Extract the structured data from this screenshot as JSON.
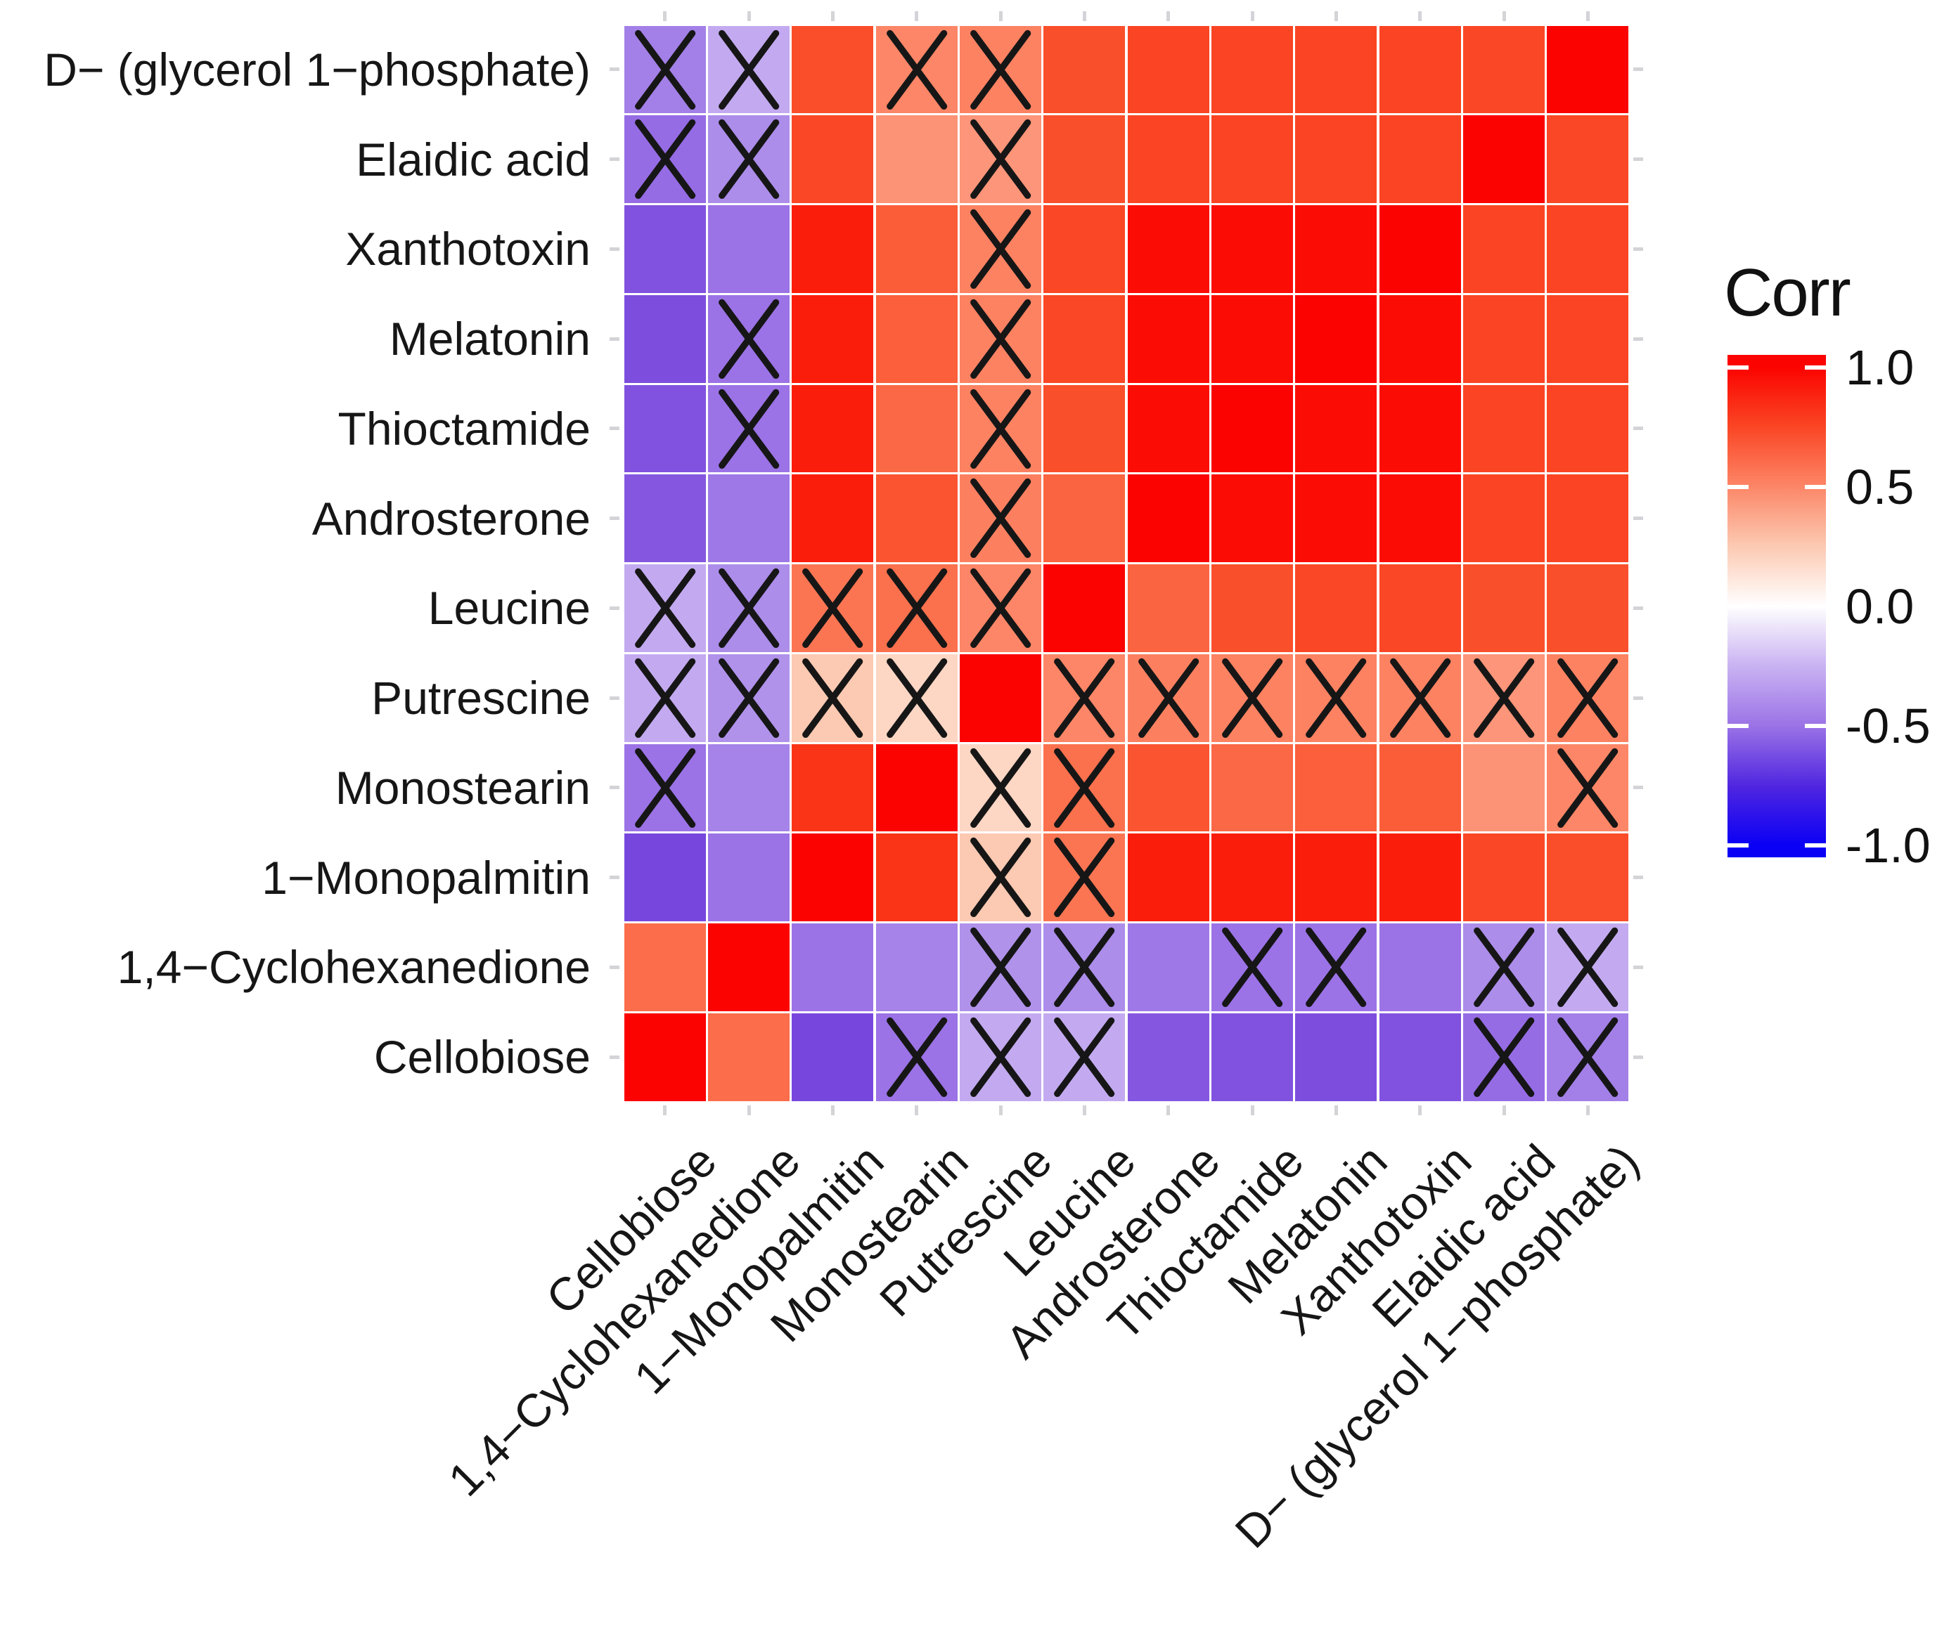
{
  "legend": {
    "title": "Corr",
    "ticks": [
      "1.0",
      "0.5",
      "0.0",
      "-0.5",
      "-1.0"
    ],
    "tick_values": [
      1.0,
      0.5,
      0.0,
      -0.5,
      -1.0
    ]
  },
  "chart_data": {
    "type": "heatmap",
    "subtype": "correlation-matrix-with-significance-crosses",
    "title": "",
    "legend_title": "Corr",
    "legend_tick_labels": [
      "1.0",
      "0.5",
      "0.0",
      "-0.5",
      "-1.0"
    ],
    "legend_tick_values": [
      1.0,
      0.5,
      0.0,
      -0.5,
      -1.0
    ],
    "legend_position": "right",
    "value_range": [
      -1.0,
      1.0
    ],
    "x_labels_left_to_right": [
      "Cellobiose",
      "1,4−Cyclohexanedione",
      "1−Monopalmitin",
      "Monostearin",
      "Putrescine",
      "Leucine",
      "Androsterone",
      "Thioctamide",
      "Melatonin",
      "Xanthotoxin",
      "Elaidic acid",
      "D− (glycerol 1−phosphate)"
    ],
    "y_labels_top_to_bottom": [
      "D− (glycerol 1−phosphate)",
      "Elaidic acid",
      "Xanthotoxin",
      "Melatonin",
      "Thioctamide",
      "Androsterone",
      "Leucine",
      "Putrescine",
      "Monostearin",
      "1−Monopalmitin",
      "1,4−Cyclohexanedione",
      "Cellobiose"
    ],
    "x_label_rotation_deg": 45,
    "matrix_rows_top_to_bottom": [
      [
        -0.45,
        -0.3,
        0.74,
        0.5,
        0.52,
        0.73,
        0.77,
        0.77,
        0.77,
        0.77,
        0.76,
        1.0
      ],
      [
        -0.52,
        -0.4,
        0.76,
        0.45,
        0.44,
        0.73,
        0.77,
        0.77,
        0.77,
        0.77,
        1.0,
        0.76
      ],
      [
        -0.6,
        -0.5,
        0.89,
        0.67,
        0.52,
        0.76,
        0.96,
        0.96,
        0.96,
        1.0,
        0.77,
        0.77
      ],
      [
        -0.62,
        -0.5,
        0.89,
        0.66,
        0.52,
        0.76,
        0.96,
        0.96,
        1.0,
        0.96,
        0.77,
        0.77
      ],
      [
        -0.6,
        -0.5,
        0.89,
        0.62,
        0.52,
        0.73,
        0.96,
        1.0,
        0.96,
        0.96,
        0.77,
        0.77
      ],
      [
        -0.58,
        -0.48,
        0.89,
        0.71,
        0.53,
        0.64,
        1.0,
        0.96,
        0.96,
        0.96,
        0.77,
        0.77
      ],
      [
        -0.3,
        -0.4,
        0.57,
        0.59,
        0.5,
        1.0,
        0.64,
        0.73,
        0.76,
        0.76,
        0.73,
        0.73
      ],
      [
        -0.3,
        -0.38,
        0.25,
        0.19,
        1.0,
        0.5,
        0.53,
        0.52,
        0.52,
        0.52,
        0.44,
        0.52
      ],
      [
        -0.5,
        -0.44,
        0.82,
        1.0,
        0.19,
        0.59,
        0.71,
        0.62,
        0.66,
        0.67,
        0.45,
        0.5
      ],
      [
        -0.65,
        -0.5,
        1.0,
        0.82,
        0.25,
        0.57,
        0.89,
        0.89,
        0.89,
        0.89,
        0.76,
        0.74
      ],
      [
        0.6,
        1.0,
        -0.5,
        -0.44,
        -0.38,
        -0.4,
        -0.48,
        -0.5,
        -0.5,
        -0.5,
        -0.4,
        -0.3
      ],
      [
        1.0,
        0.6,
        -0.65,
        -0.5,
        -0.3,
        -0.3,
        -0.58,
        -0.6,
        -0.62,
        -0.6,
        -0.52,
        -0.45
      ]
    ],
    "not_significant_cross_rows_top_to_bottom": [
      [
        1,
        1,
        0,
        1,
        1,
        0,
        0,
        0,
        0,
        0,
        0,
        0
      ],
      [
        1,
        1,
        0,
        0,
        1,
        0,
        0,
        0,
        0,
        0,
        0,
        0
      ],
      [
        0,
        0,
        0,
        0,
        1,
        0,
        0,
        0,
        0,
        0,
        0,
        0
      ],
      [
        0,
        1,
        0,
        0,
        1,
        0,
        0,
        0,
        0,
        0,
        0,
        0
      ],
      [
        0,
        1,
        0,
        0,
        1,
        0,
        0,
        0,
        0,
        0,
        0,
        0
      ],
      [
        0,
        0,
        0,
        0,
        1,
        0,
        0,
        0,
        0,
        0,
        0,
        0
      ],
      [
        1,
        1,
        1,
        1,
        1,
        0,
        0,
        0,
        0,
        0,
        0,
        0
      ],
      [
        1,
        1,
        1,
        1,
        0,
        1,
        1,
        1,
        1,
        1,
        1,
        1
      ],
      [
        1,
        0,
        0,
        0,
        1,
        1,
        0,
        0,
        0,
        0,
        0,
        1
      ],
      [
        0,
        0,
        0,
        0,
        1,
        1,
        0,
        0,
        0,
        0,
        0,
        0
      ],
      [
        0,
        0,
        0,
        0,
        1,
        1,
        0,
        1,
        1,
        0,
        1,
        1
      ],
      [
        0,
        0,
        0,
        1,
        1,
        1,
        0,
        0,
        0,
        0,
        1,
        1
      ]
    ],
    "colorscale_stops": [
      [
        -1.0,
        "#0a00f5"
      ],
      [
        -0.75,
        "#4f25e0"
      ],
      [
        -0.65,
        "#7747dd"
      ],
      [
        -0.58,
        "#8557e0"
      ],
      [
        -0.5,
        "#9b73e6"
      ],
      [
        -0.44,
        "#a583e8"
      ],
      [
        -0.38,
        "#b092eb"
      ],
      [
        -0.3,
        "#c3aaf0"
      ],
      [
        -0.15,
        "#e0d4f8"
      ],
      [
        0.0,
        "#ffffff"
      ],
      [
        0.12,
        "#fde4d8"
      ],
      [
        0.19,
        "#fdd6c4"
      ],
      [
        0.25,
        "#fcc9b2"
      ],
      [
        0.44,
        "#fc9579"
      ],
      [
        0.5,
        "#fc8667"
      ],
      [
        0.53,
        "#fc8060"
      ],
      [
        0.57,
        "#fb7553"
      ],
      [
        0.62,
        "#fb6845"
      ],
      [
        0.67,
        "#fb5d39"
      ],
      [
        0.71,
        "#fa5430"
      ],
      [
        0.74,
        "#fa4d29"
      ],
      [
        0.77,
        "#fa4423"
      ],
      [
        0.82,
        "#fa3517"
      ],
      [
        0.89,
        "#fb1d0b"
      ],
      [
        0.96,
        "#fb0d06"
      ],
      [
        1.0,
        "#fb0300"
      ]
    ],
    "colors": {
      "background": "#ffffff",
      "grid_line": "#ffffff",
      "cross_mark": "#161616",
      "axis_tick": "#d4d4d8",
      "label_text": "#161616"
    },
    "grid": "white gaps between tiles, small light-gray ticks on all four sides"
  }
}
